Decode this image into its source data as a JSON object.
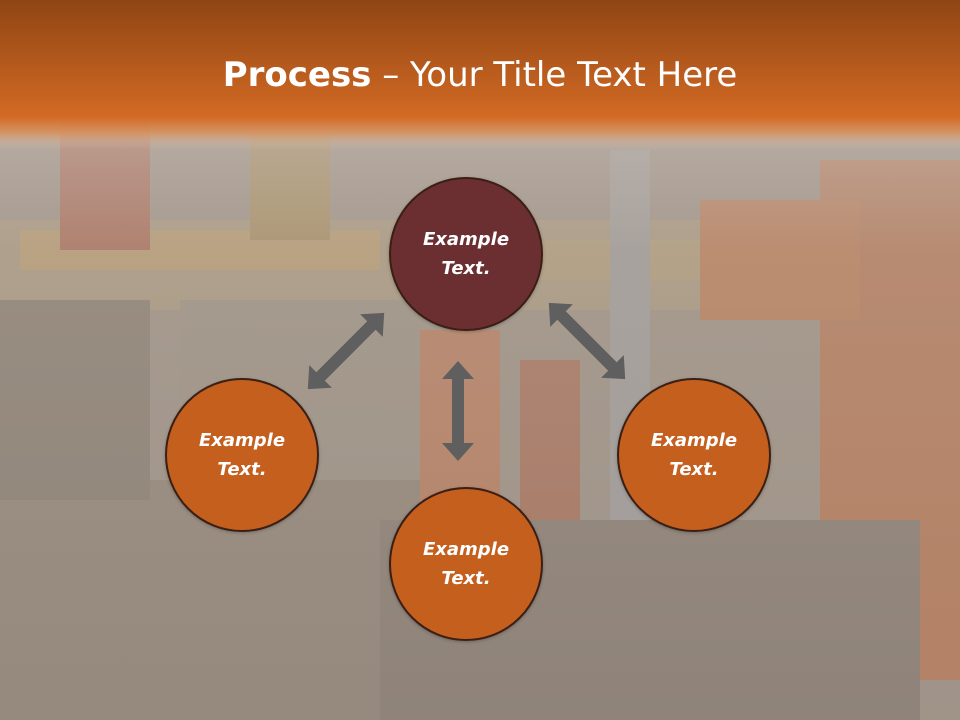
{
  "title": {
    "bold": "Process",
    "rest": " – Your Title Text Here"
  },
  "colors": {
    "title_band_top": "#8f4514",
    "title_band_bottom": "#d36a24",
    "center_node": "#6b2f31",
    "outer_node": "#c45f1e",
    "arrow": "#5f5f5f"
  },
  "nodes": [
    {
      "id": "top",
      "label": "Example Text."
    },
    {
      "id": "left",
      "label": "Example Text."
    },
    {
      "id": "right",
      "label": "Example Text."
    },
    {
      "id": "bottom",
      "label": "Example Text."
    }
  ]
}
